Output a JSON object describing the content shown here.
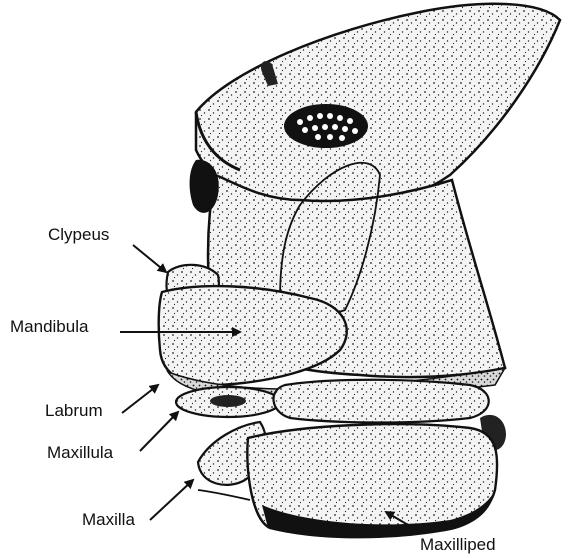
{
  "labels": {
    "clypeus": "Clypeus",
    "mandibula": "Mandibula",
    "labrum": "Labrum",
    "maxillula": "Maxillula",
    "maxilla": "Maxilla",
    "maxilliped": "Maxilliped"
  },
  "colors": {
    "ink": "#111111",
    "background": "#ffffff",
    "body_fill": "#f4f4f4"
  }
}
